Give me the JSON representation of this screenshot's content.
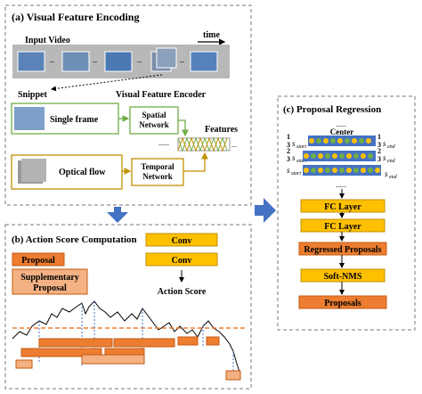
{
  "panel_a": {
    "title": "(a) Visual Feature Encoding",
    "input_video": "Input Video",
    "time": "time",
    "snippet": "Snippet",
    "encoder": "Visual Feature Encoder",
    "single_frame": "Single frame",
    "optical_flow": "Optical flow",
    "spatial_line1": "Spatial",
    "spatial_line2": "Network",
    "temporal_line1": "Temporal",
    "temporal_line2": "Network",
    "features": "Features",
    "dots": "......"
  },
  "panel_b": {
    "title": "(b) Action Score Computation",
    "proposal": "Proposal",
    "supp_line1": "Supplementary",
    "supp_line2": "Proposal",
    "conv1": "Conv",
    "conv2": "Conv",
    "action_score": "Action Score"
  },
  "panel_c": {
    "title": "(c) Proposal Regression",
    "center": "Center",
    "top_dots": "......",
    "bottom_dots": "......",
    "frac1_num": "1",
    "frac1_den": "3",
    "frac2_num": "2",
    "frac2_den": "3",
    "s_start": "s",
    "start_sub": "start",
    "s_end": "s",
    "end_sub": "end",
    "fc1": "FC Layer",
    "fc2": "FC Layer",
    "regressed": "Regressed Proposals",
    "soft_nms": "Soft-NMS",
    "proposals": "Proposals"
  },
  "colors": {
    "panel_border": "#777777",
    "orange": "#ED7D31",
    "orange_light": "#F4B183",
    "yellow": "#FFC000",
    "green": "#70AD47",
    "olive": "#BF9000",
    "blue": "#4472C4",
    "dashed_orange": "#C55A11"
  }
}
